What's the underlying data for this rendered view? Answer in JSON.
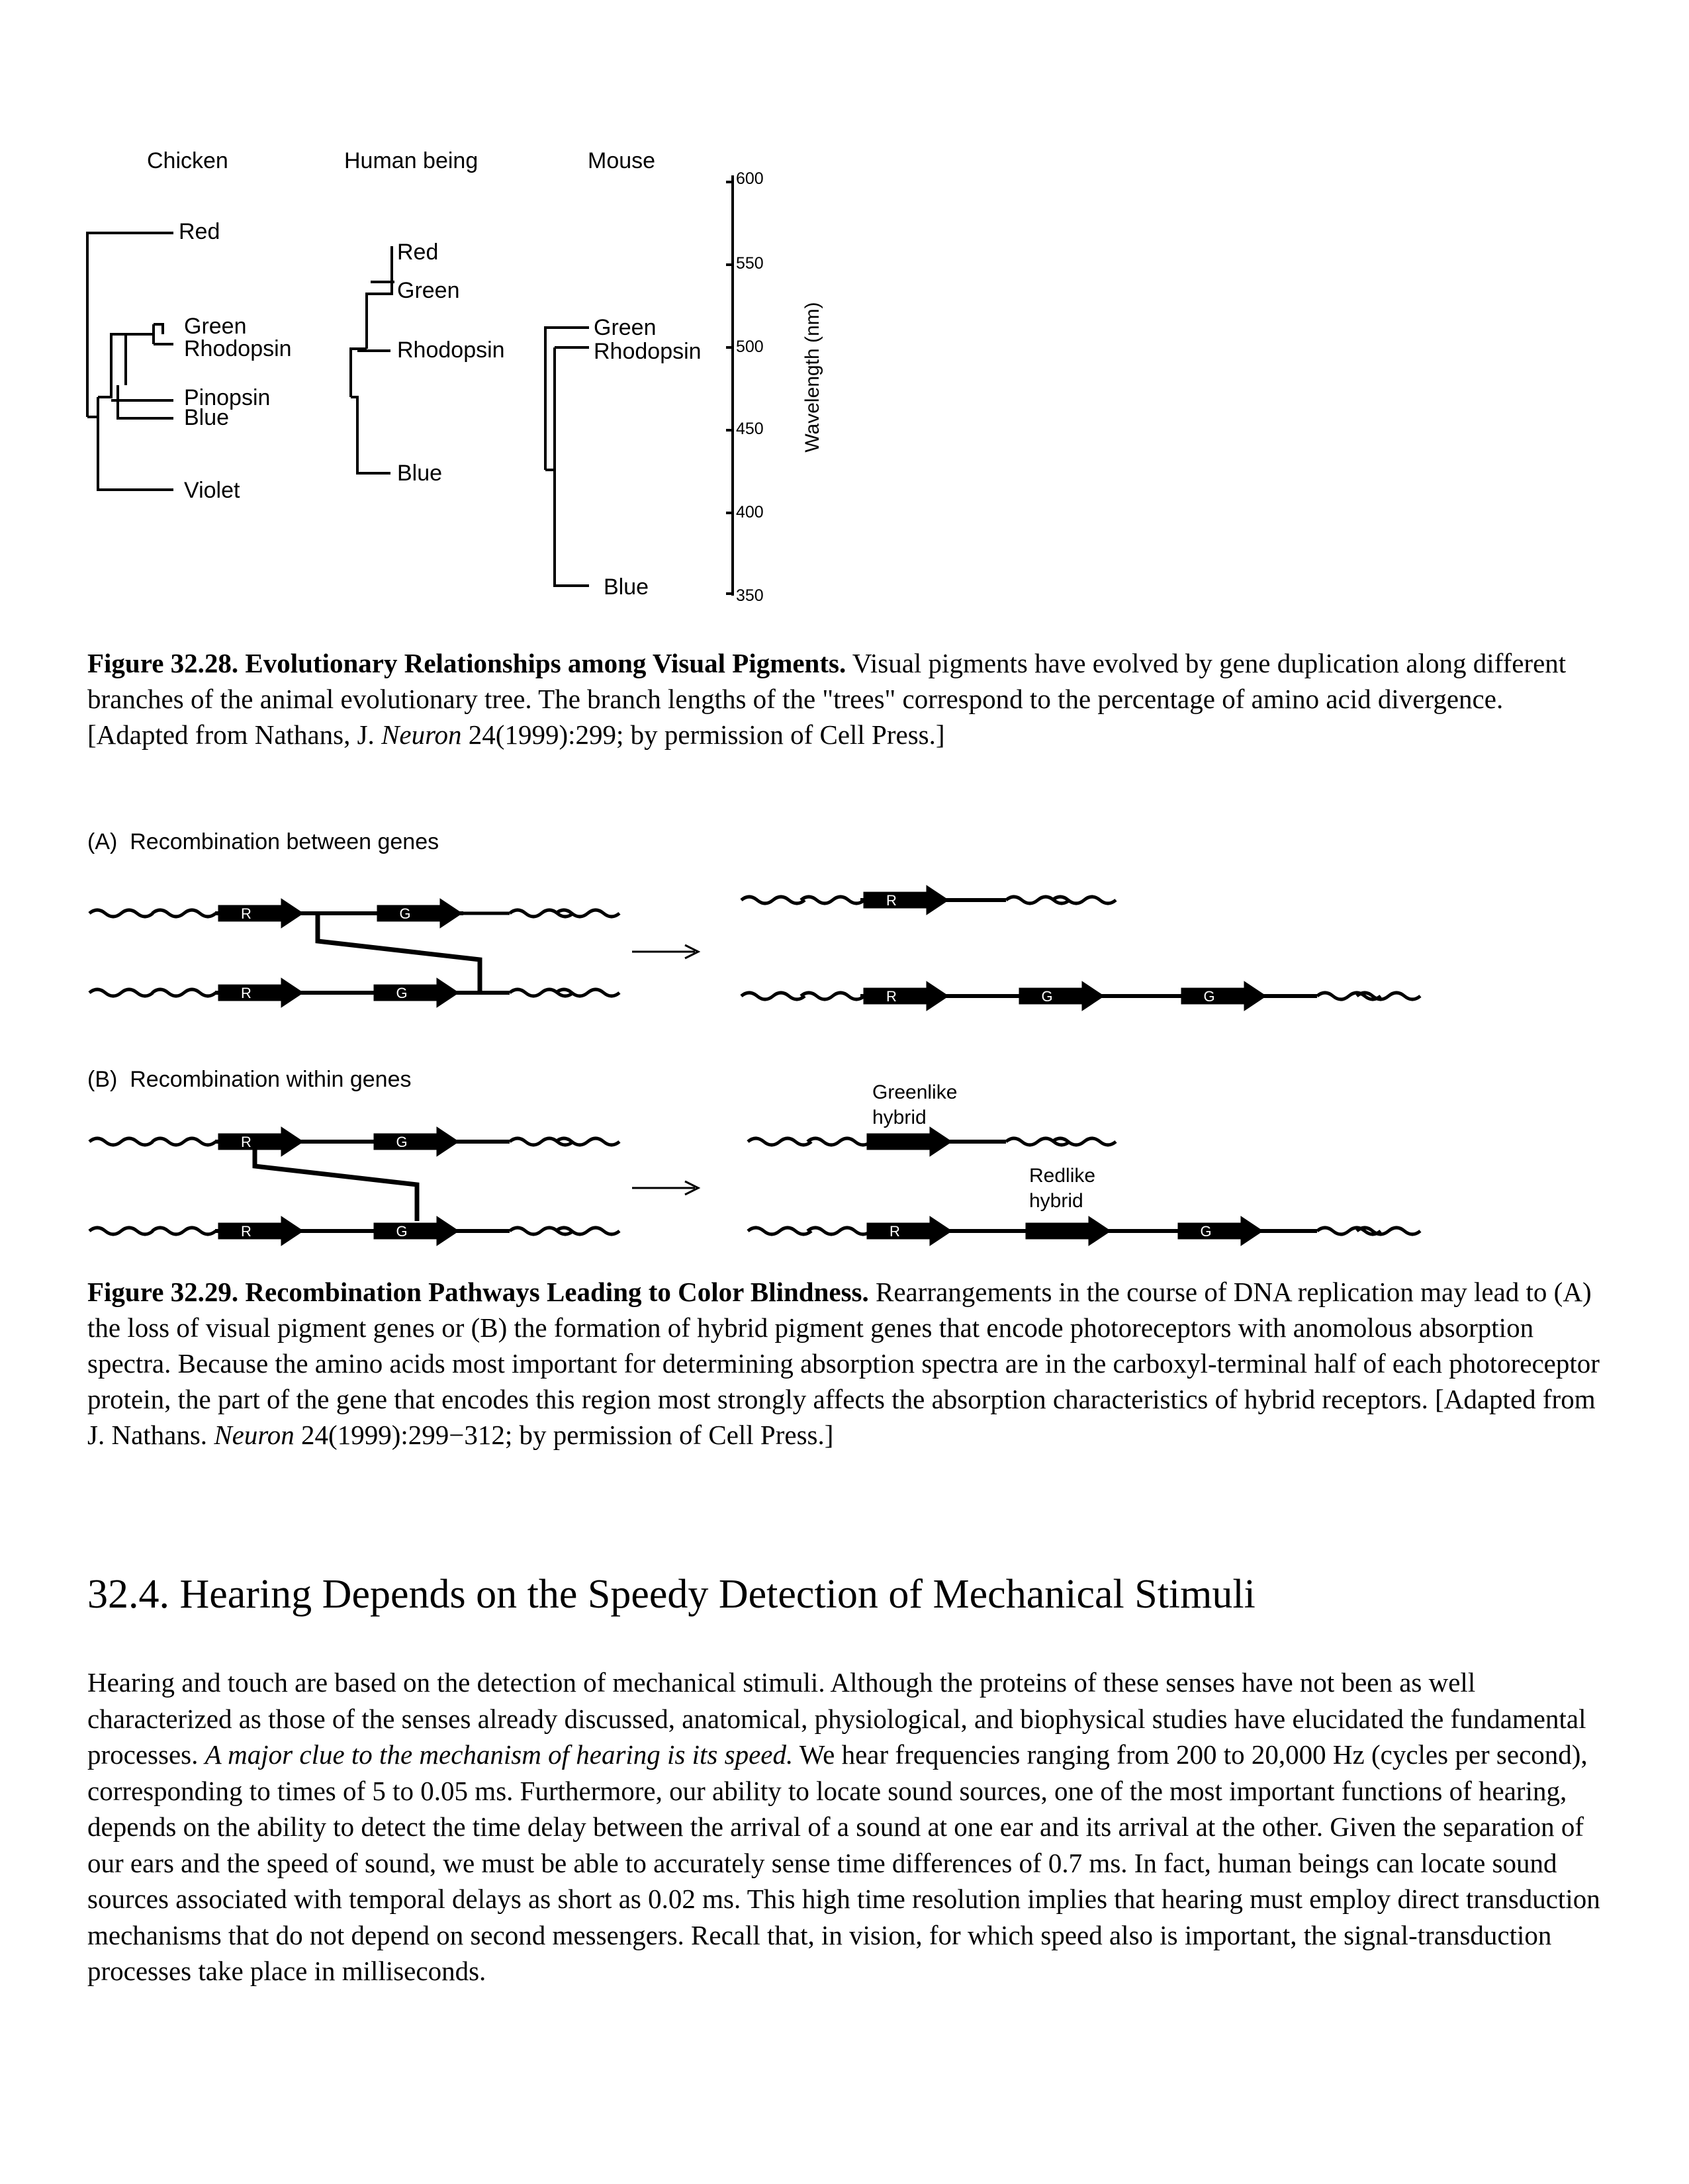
{
  "figure_32_28": {
    "columns": {
      "chicken": "Chicken",
      "human": "Human being",
      "mouse": "Mouse"
    },
    "chicken_labels": {
      "red": "Red",
      "green": "Green",
      "rhodopsin": "Rhodopsin",
      "pinopsin": "Pinopsin",
      "blue": "Blue",
      "violet": "Violet"
    },
    "human_labels": {
      "red": "Red",
      "green": "Green",
      "rhodopsin": "Rhodopsin",
      "blue": "Blue"
    },
    "mouse_labels": {
      "green": "Green",
      "rhodopsin": "Rhodopsin",
      "blue": "Blue"
    },
    "scale": {
      "ticks": [
        "600",
        "550",
        "500",
        "450",
        "400",
        "350"
      ],
      "axis_label": "Wavelength (nm)"
    },
    "caption": {
      "title": "Figure 32.28. Evolutionary Relationships among Visual Pigments.",
      "text_1": " Visual pigments have evolved by gene duplication along different branches of the animal evolutionary tree. The branch lengths of the \"trees\" correspond to the percentage of amino acid divergence. [Adapted from Nathans, J. ",
      "journal": "Neuron",
      "text_2": " 24(1999):299; by permission of Cell Press.]"
    }
  },
  "figure_32_29": {
    "panel_a": {
      "tag": "(A)",
      "title": "Recombination between genes"
    },
    "panel_b": {
      "tag": "(B)",
      "title": "Recombination within genes"
    },
    "genes": {
      "red": "R",
      "green": "G"
    },
    "hybrid_labels": {
      "greenlike": "Greenlike hybrid",
      "redlike": "Redlike hybrid"
    },
    "caption": {
      "title": "Figure 32.29. Recombination Pathways Leading to Color Blindness.",
      "text_1": " Rearrangements in the course of DNA replication may lead to (A) the loss of visual pigment genes or (B) the formation of hybrid pigment genes that encode photoreceptors with anomolous absorption spectra. Because the amino acids most important for determining absorption spectra are in the carboxyl-terminal half of each photoreceptor protein, the part of the gene that encodes this region most strongly affects the absorption characteristics of hybrid receptors. [Adapted from J. Nathans. ",
      "journal": "Neuron",
      "text_2": " 24(1999):299−312; by permission of Cell Press.]"
    }
  },
  "section": {
    "heading": "32.4. Hearing Depends on the Speedy Detection of Mechanical Stimuli",
    "para_1": "Hearing and touch are based on the detection of mechanical stimuli. Although the proteins of these senses have not been as well characterized as those of the senses already discussed, anatomical, physiological, and biophysical studies have elucidated the fundamental processes. ",
    "para_italic": "A major clue to the mechanism of hearing is its speed.",
    "para_2": " We hear frequencies ranging from 200 to 20,000 Hz (cycles per second), corresponding to times of 5 to 0.05 ms. Furthermore, our ability to locate sound sources, one of the most important functions of hearing, depends on the ability to detect the time delay between the arrival of a sound at one ear and its arrival at the other. Given the separation of our ears and the speed of sound, we must be able to accurately sense time differences of 0.7 ms. In fact, human beings can locate sound sources associated with temporal delays as short as 0.02 ms. This high time resolution implies that hearing must employ direct transduction mechanisms that do not depend on second messengers. Recall that, in vision, for which speed also is important, the signal-transduction processes take place in milliseconds."
  }
}
